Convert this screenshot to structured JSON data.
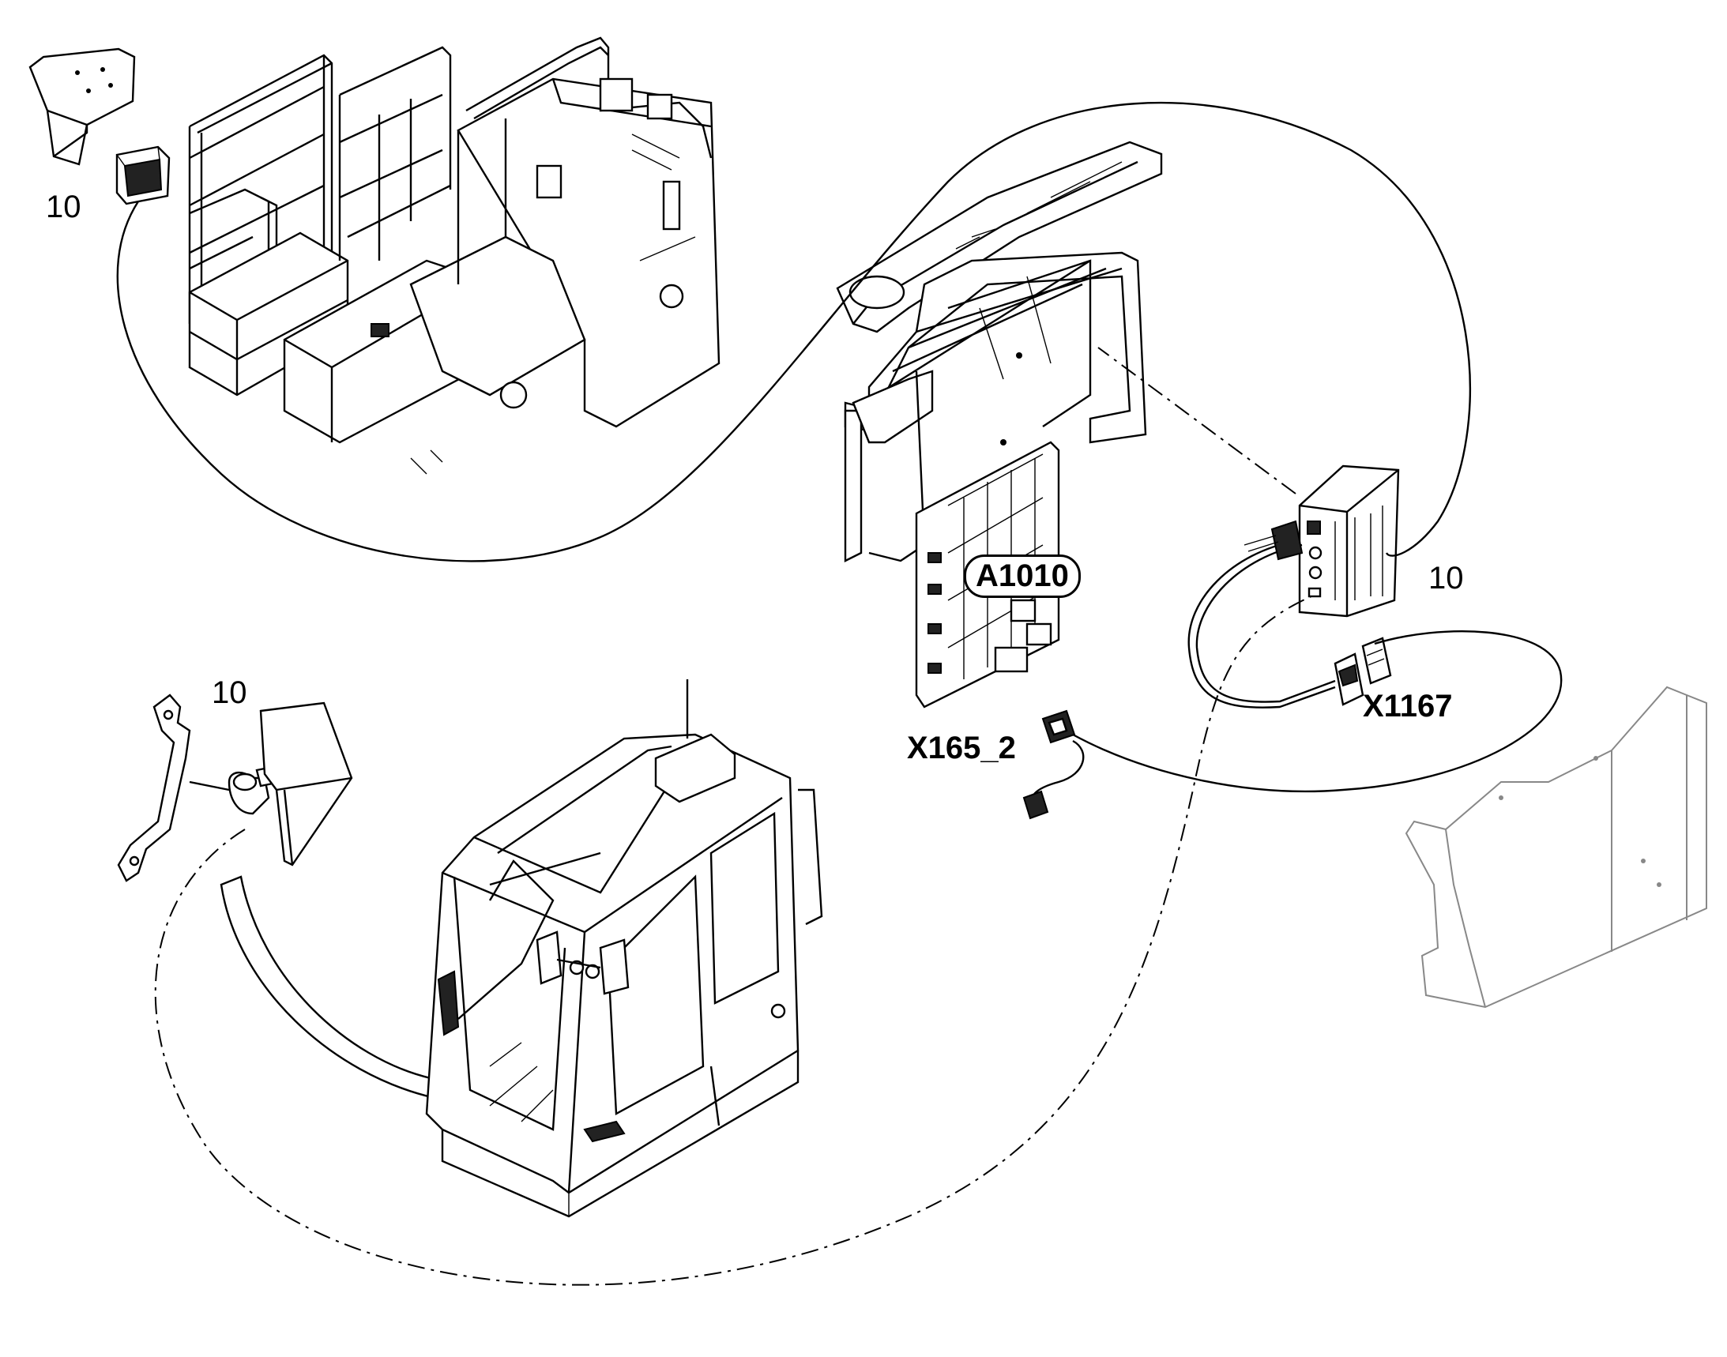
{
  "labels": {
    "item_top_left": "10",
    "item_right": "10",
    "item_mid_left": "10",
    "ref_module": "A1010",
    "ref_connector_a": "X165_2",
    "ref_connector_b": "X1167"
  },
  "icons": [
    "mirror-icon",
    "cab-icon",
    "platform-icon",
    "relay-board-icon",
    "control-unit-icon",
    "connector-icon",
    "arrow-icon"
  ]
}
